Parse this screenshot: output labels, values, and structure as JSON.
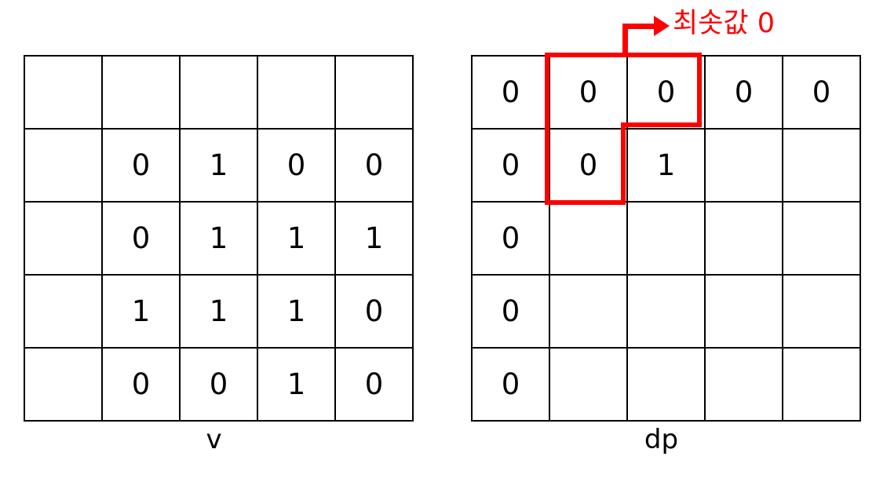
{
  "diagram": {
    "title_v": "v",
    "title_dp": "dp",
    "callout": {
      "label": "최솟값 0",
      "color": "#ff0000",
      "arrow_icon": "right-arrow-icon"
    },
    "colors": {
      "gray": "#c0c0c0",
      "white": "#ffffff",
      "yellow": "#ffff00",
      "orange": "#f8cba6",
      "red": "#ff0000",
      "black": "#000000"
    }
  },
  "grid_v": {
    "name": "v",
    "rows": 5,
    "cols": 5,
    "cells": [
      [
        {
          "text": "",
          "fill": "gray"
        },
        {
          "text": "",
          "fill": "gray"
        },
        {
          "text": "",
          "fill": "gray"
        },
        {
          "text": "",
          "fill": "gray"
        },
        {
          "text": "",
          "fill": "gray"
        }
      ],
      [
        {
          "text": "",
          "fill": "gray"
        },
        {
          "text": "0",
          "fill": "white"
        },
        {
          "text": "1",
          "fill": "yellow"
        },
        {
          "text": "0",
          "fill": "white"
        },
        {
          "text": "0",
          "fill": "white"
        }
      ],
      [
        {
          "text": "",
          "fill": "gray"
        },
        {
          "text": "0",
          "fill": "white"
        },
        {
          "text": "1",
          "fill": "white"
        },
        {
          "text": "1",
          "fill": "white"
        },
        {
          "text": "1",
          "fill": "white"
        }
      ],
      [
        {
          "text": "",
          "fill": "gray"
        },
        {
          "text": "1",
          "fill": "white"
        },
        {
          "text": "1",
          "fill": "white"
        },
        {
          "text": "1",
          "fill": "white"
        },
        {
          "text": "0",
          "fill": "white"
        }
      ],
      [
        {
          "text": "",
          "fill": "gray"
        },
        {
          "text": "0",
          "fill": "white"
        },
        {
          "text": "0",
          "fill": "white"
        },
        {
          "text": "1",
          "fill": "white"
        },
        {
          "text": "0",
          "fill": "white"
        }
      ]
    ]
  },
  "grid_dp": {
    "name": "dp",
    "rows": 5,
    "cols": 5,
    "cells": [
      [
        {
          "text": "0",
          "fill": "gray"
        },
        {
          "text": "0",
          "fill": "orange"
        },
        {
          "text": "0",
          "fill": "orange"
        },
        {
          "text": "0",
          "fill": "gray"
        },
        {
          "text": "0",
          "fill": "gray"
        }
      ],
      [
        {
          "text": "0",
          "fill": "gray"
        },
        {
          "text": "0",
          "fill": "orange"
        },
        {
          "text": "1",
          "fill": "yellow"
        },
        {
          "text": "",
          "fill": "white"
        },
        {
          "text": "",
          "fill": "white"
        }
      ],
      [
        {
          "text": "0",
          "fill": "gray"
        },
        {
          "text": "",
          "fill": "white"
        },
        {
          "text": "",
          "fill": "white"
        },
        {
          "text": "",
          "fill": "white"
        },
        {
          "text": "",
          "fill": "white"
        }
      ],
      [
        {
          "text": "0",
          "fill": "gray"
        },
        {
          "text": "",
          "fill": "white"
        },
        {
          "text": "",
          "fill": "white"
        },
        {
          "text": "",
          "fill": "white"
        },
        {
          "text": "",
          "fill": "white"
        }
      ],
      [
        {
          "text": "0",
          "fill": "gray"
        },
        {
          "text": "",
          "fill": "white"
        },
        {
          "text": "",
          "fill": "white"
        },
        {
          "text": "",
          "fill": "white"
        },
        {
          "text": "",
          "fill": "white"
        }
      ]
    ]
  }
}
